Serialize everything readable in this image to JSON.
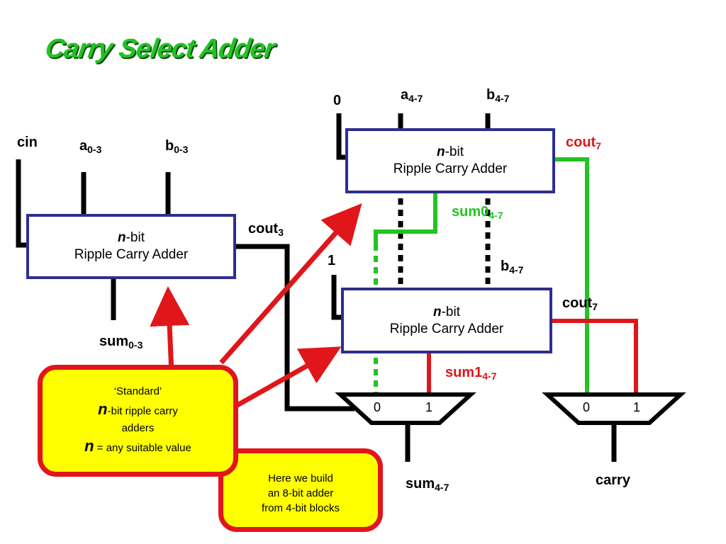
{
  "title": "Carry Select Adder",
  "labels": {
    "cin": "cin",
    "a_low": "a",
    "a_low_sub": "0-3",
    "b_low": "b",
    "b_low_sub": "0-3",
    "cout3": "cout",
    "cout3_sub": "3",
    "sum_low": "sum",
    "sum_low_sub": "0-3",
    "const0": "0",
    "a_high": "a",
    "a_high_sub": "4-7",
    "b_high_top": "b",
    "b_high_top_sub": "4-7",
    "cout7_top": "cout",
    "cout7_top_sub": "7",
    "sum0": "sum0",
    "sum0_sub": "4-7",
    "const1": "1",
    "b_high_mid": "b",
    "b_high_mid_sub": "4-7",
    "cout7_mid": "cout",
    "cout7_mid_sub": "7",
    "sum1": "sum1",
    "sum1_sub": "4-7",
    "sum_high": "sum",
    "sum_high_sub": "4-7",
    "carry": "carry"
  },
  "adders": {
    "italic": "n",
    "suffix": "-bit",
    "name": "Ripple Carry Adder"
  },
  "mux": {
    "in0": "0",
    "in1": "1"
  },
  "note_left": {
    "line1": "‘Standard’",
    "line2_italic": "n",
    "line2_rest": "-bit ripple carry",
    "line3": "adders",
    "line4_italic": "n",
    "line4_rest": " = any suitable value"
  },
  "note_right": {
    "line1": "Here we build",
    "line2": "an 8-bit adder",
    "line3": "from 4-bit blocks"
  },
  "colors": {
    "title": "#22c322",
    "box_border": "#2e2e8c",
    "red": "#e0161a",
    "green": "#22c322",
    "note_fill": "#ffff00"
  }
}
